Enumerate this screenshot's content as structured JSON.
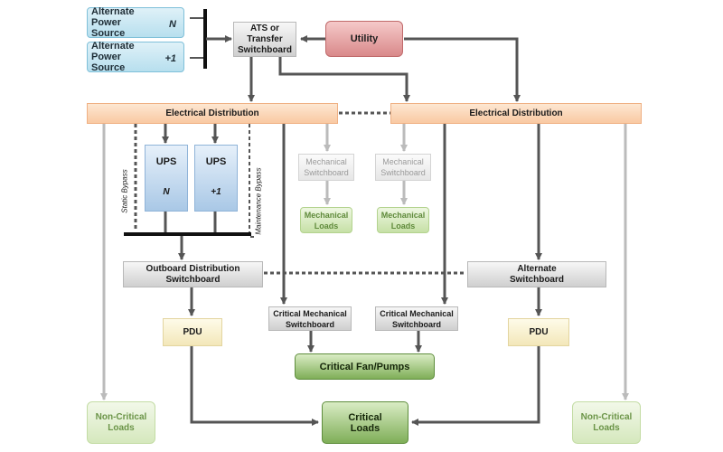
{
  "nodes": {
    "alt_n": {
      "label": "Alternate Power Source",
      "tag": "N"
    },
    "alt_n1": {
      "label": "Alternate Power Source",
      "tag": "+1"
    },
    "ats": {
      "lines": [
        "ATS or",
        "Transfer",
        "Switchboard"
      ]
    },
    "utility": {
      "label": "Utility"
    },
    "elec_left": {
      "label": "Electrical Distribution"
    },
    "elec_right": {
      "label": "Electrical Distribution"
    },
    "ups_n": {
      "label": "UPS",
      "tag": "N"
    },
    "ups_n1": {
      "label": "UPS",
      "tag": "+1"
    },
    "mech_sb_1": {
      "lines": [
        "Mechanical",
        "Switchboard"
      ]
    },
    "mech_sb_2": {
      "lines": [
        "Mechanical",
        "Switchboard"
      ]
    },
    "mech_ld_1": {
      "lines": [
        "Mechanical",
        "Loads"
      ]
    },
    "mech_ld_2": {
      "lines": [
        "Mechanical",
        "Loads"
      ]
    },
    "outboard": {
      "lines": [
        "Outboard Distribution",
        "Switchboard"
      ]
    },
    "alt_sb": {
      "lines": [
        "Alternate",
        "Switchboard"
      ]
    },
    "crit_mech_1": {
      "lines": [
        "Critical Mechanical",
        "Switchboard"
      ]
    },
    "crit_mech_2": {
      "lines": [
        "Critical Mechanical",
        "Switchboard"
      ]
    },
    "pdu_left": {
      "label": "PDU"
    },
    "pdu_right": {
      "label": "PDU"
    },
    "fan_pumps": {
      "label": "Critical Fan/Pumps"
    },
    "critical_loads": {
      "lines": [
        "Critical",
        "Loads"
      ]
    },
    "ncl_left": {
      "lines": [
        "Non-Critical",
        "Loads"
      ]
    },
    "ncl_right": {
      "lines": [
        "Non-Critical",
        "Loads"
      ]
    }
  },
  "labels": {
    "static_bypass": "Static Bypass",
    "maintenance_bypass": "Maintenance Bypass"
  },
  "colors": {
    "connector_dark": "#555555",
    "connector_light": "#bbbbbb"
  }
}
